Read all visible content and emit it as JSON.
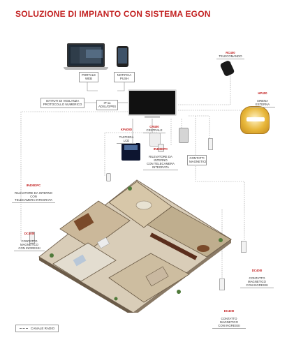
{
  "title": "SOLUZIONE DI IMPIANTO CON SISTEMA EGON",
  "labels": {
    "portale_web": "PORTALE WEB",
    "notifica_push": "NOTIFICA PUSH",
    "istituti": "ISTITUTI DI VIGILANZA\nPROTOCOLLO NUMERICO",
    "ip": "IP su ADSL/GPRS",
    "telecomando_code": "RC400",
    "telecomando": "TELECOMANDO",
    "sirena_code": "HP400",
    "sirena": "SIRENA\nESTERNA",
    "tastiera_code": "KP400D",
    "tastiera": "TASTIERA\nLCD",
    "centrale_code": "CR400",
    "centrale": "CENTRALE",
    "ir_cam_code": "IR400DPC",
    "ir_cam": "RILEVATORE DA INTERNO\nCON TELECAMERA\nINTEGRATA",
    "contatti_mag": "CONTATTI\nMAGNETICI",
    "ir_left_code": "IR400DPC",
    "ir_left": "RILEVATORE DA INTERNO CON\nTELECAMERA INTEGRATA",
    "dc_l_code": "DC400I",
    "dc_l": "CONTATTO MAGNETICO\nCON INGRESSI",
    "dc_r_code": "DC400I",
    "dc_r": "CONTATTO MAGNETICO\nCON INGRESSI",
    "dc_rb_code": "DC400I",
    "dc_rb": "CONTATTO MAGNETICO\nCON INGRESSI",
    "legend": "CANALE RADIO"
  }
}
